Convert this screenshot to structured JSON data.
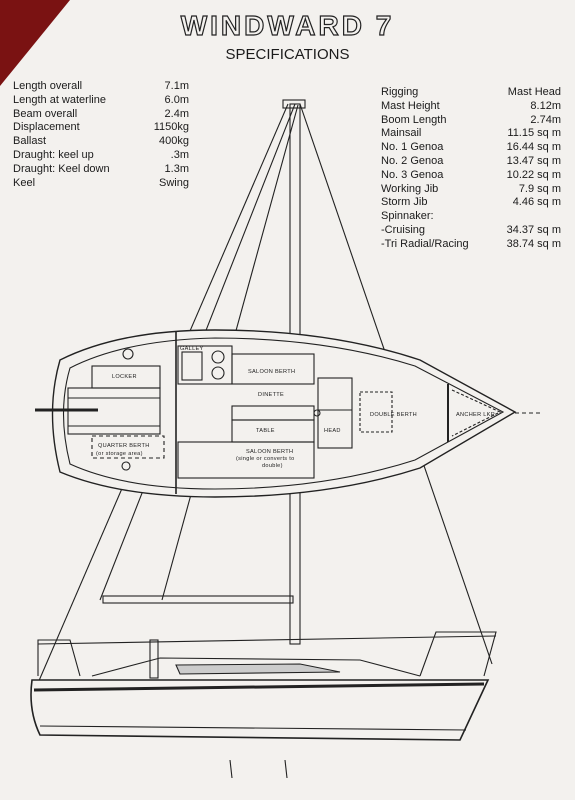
{
  "document": {
    "title": "WINDWARD 7",
    "subtitle": "SPECIFICATIONS"
  },
  "specs_left": [
    {
      "label": "Length overall",
      "value": "7.1m"
    },
    {
      "label": "Length at waterline",
      "value": "6.0m"
    },
    {
      "label": "Beam overall",
      "value": "2.4m"
    },
    {
      "label": "Displacement",
      "value": "1150kg"
    },
    {
      "label": "Ballast",
      "value": "400kg"
    },
    {
      "label": "Draught:  keel up",
      "value": ".3m"
    },
    {
      "label": "Draught:  Keel down",
      "value": "1.3m"
    },
    {
      "label": "Keel",
      "value": "Swing"
    }
  ],
  "specs_right": [
    {
      "label": "Rigging",
      "value": "Mast Head"
    },
    {
      "label": "Mast Height",
      "value": "8.12m"
    },
    {
      "label": "Boom Length",
      "value": "2.74m"
    },
    {
      "label": "Mainsail",
      "value": "11.15 sq m"
    },
    {
      "label": "No. 1 Genoa",
      "value": "16.44 sq m"
    },
    {
      "label": "No. 2 Genoa",
      "value": "13.47 sq m"
    },
    {
      "label": "No. 3 Genoa",
      "value": "10.22 sq m"
    },
    {
      "label": "Working  Jib",
      "value": "7.9 sq m"
    },
    {
      "label": "Storm  Jib",
      "value": "4.46 sq m"
    },
    {
      "label": "Spinnaker:",
      "value": ""
    },
    {
      "label": "-Cruising",
      "value": "34.37 sq m"
    },
    {
      "label": "-Tri Radial/Racing",
      "value": "38.74 sq m"
    }
  ],
  "plan_labels": {
    "galley": "GALLEY",
    "locker": "LOCKER",
    "saloon_berth_top": "SALOON BERTH",
    "dinette": "DINETTE",
    "table": "TABLE",
    "saloon_berth_bottom": "SALOON BERTH",
    "saloon_berth_note_1": "(single or converts to",
    "saloon_berth_note_2": "double)",
    "head": "HEAD",
    "double_berth": "DOUBLE BERTH",
    "anchor_locker": "ANCHER LKR",
    "quarter_berth_1": "QUARTER BERTH",
    "quarter_berth_2": "(or storage area)"
  },
  "colors": {
    "paper": "#f3f1ee",
    "ink": "#1b1b1b",
    "corner": "#7a1212"
  }
}
